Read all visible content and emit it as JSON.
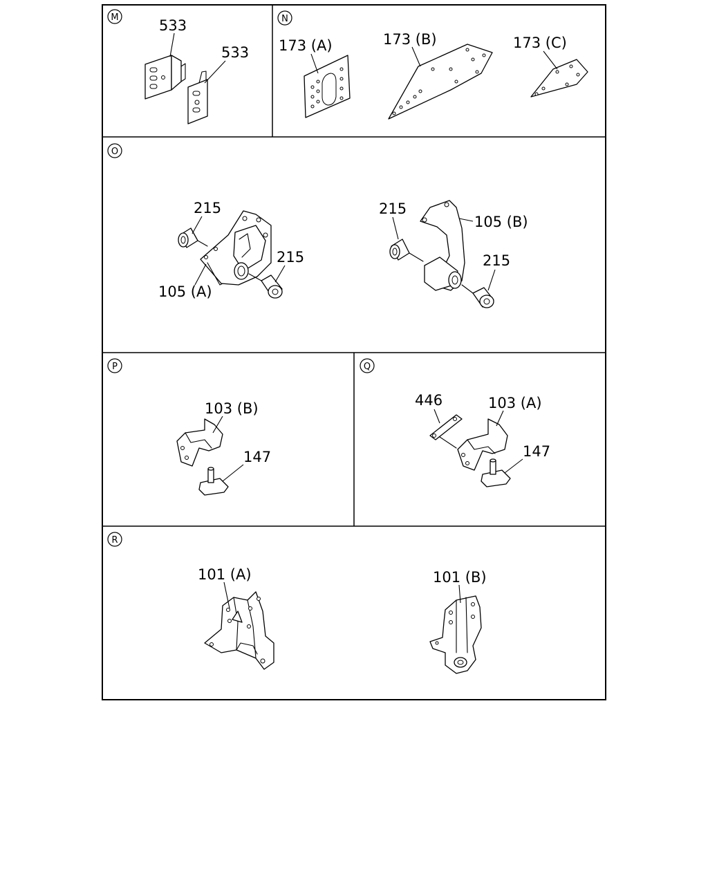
{
  "sections": {
    "M": {
      "marker": "M",
      "labels": [
        "533",
        "533"
      ]
    },
    "N": {
      "marker": "N",
      "labels": [
        "173 (A)",
        "173 (B)",
        "173 (C)"
      ]
    },
    "O": {
      "marker": "O",
      "labels": [
        "215",
        "215",
        "105 (A)",
        "215",
        "105 (B)",
        "215"
      ]
    },
    "P": {
      "marker": "P",
      "labels": [
        "103 (B)",
        "147"
      ]
    },
    "Q": {
      "marker": "Q",
      "labels": [
        "446",
        "103 (A)",
        "147"
      ]
    },
    "R": {
      "marker": "R",
      "labels": [
        "101 (A)",
        "101 (B)"
      ]
    }
  }
}
